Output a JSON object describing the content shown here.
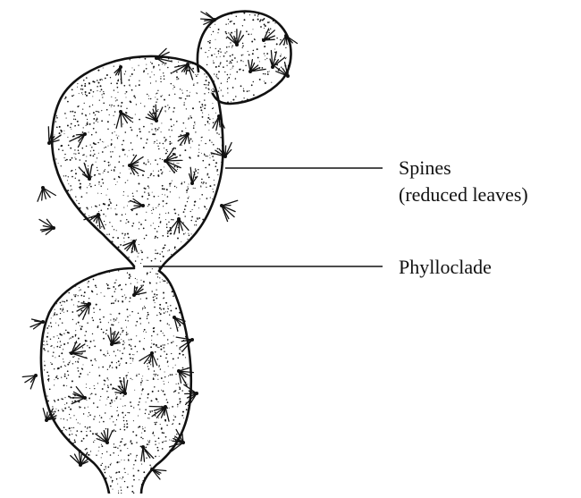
{
  "diagram": {
    "labels": {
      "spines": "Spines",
      "spines_sub": "(reduced leaves)",
      "phylloclade": "Phylloclade"
    },
    "colors": {
      "ink": "#111111",
      "background": "#ffffff"
    }
  }
}
